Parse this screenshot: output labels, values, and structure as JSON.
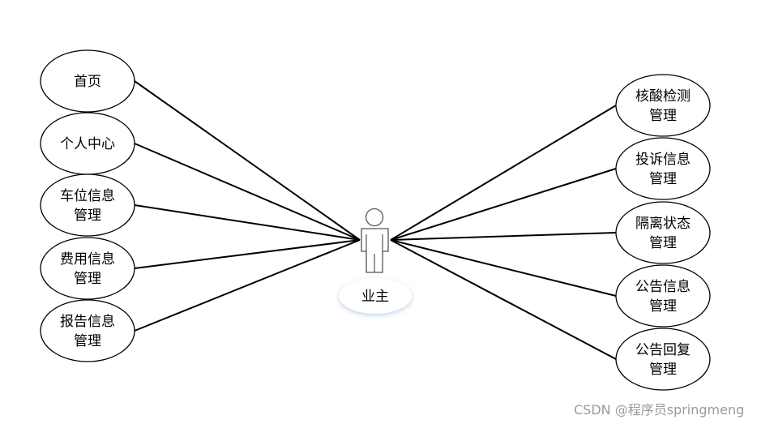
{
  "actor": {
    "label": "业主"
  },
  "left_use_cases": [
    {
      "lines": [
        "首页"
      ]
    },
    {
      "lines": [
        "个人中心"
      ]
    },
    {
      "lines": [
        "车位信息",
        "管理"
      ]
    },
    {
      "lines": [
        "费用信息",
        "管理"
      ]
    },
    {
      "lines": [
        "报告信息",
        "管理"
      ]
    }
  ],
  "right_use_cases": [
    {
      "lines": [
        "核酸检测",
        "管理"
      ]
    },
    {
      "lines": [
        "投诉信息",
        "管理"
      ]
    },
    {
      "lines": [
        "隔离状态",
        "管理"
      ]
    },
    {
      "lines": [
        "公告信息",
        "管理"
      ]
    },
    {
      "lines": [
        "公告回复",
        "管理"
      ]
    }
  ],
  "watermark": "CSDN @程序员springmeng",
  "colors": {
    "stroke": "#000000",
    "actor_stroke": "#555555",
    "watermark": "#9a9a9a",
    "actor_glow": "#c9ddf0"
  }
}
